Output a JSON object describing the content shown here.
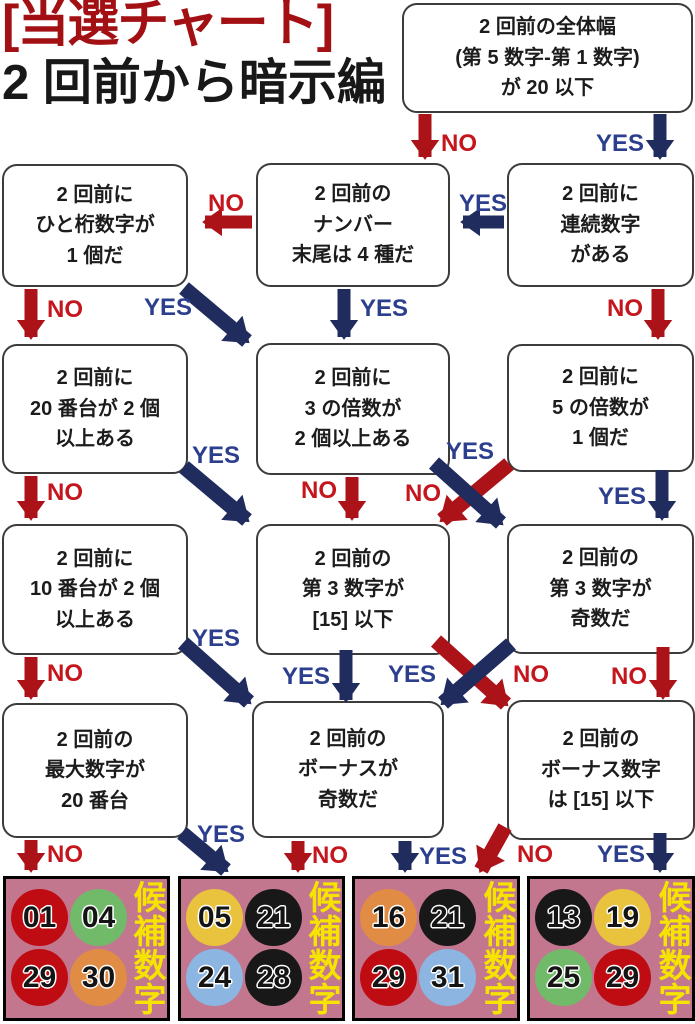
{
  "title": {
    "line1": "[当選チャート]",
    "line2": "2 回前から暗示編",
    "line1_color": "#a31014",
    "line2_color": "#181818"
  },
  "nodes": [
    {
      "id": "start",
      "lines": [
        "2 回前の全体幅",
        "(第 5 数字-第 1 数字)",
        "が 20 以下"
      ]
    },
    {
      "id": "single-digit",
      "lines": [
        "2 回前に",
        "ひと桁数字が",
        "1 個だ"
      ]
    },
    {
      "id": "last4",
      "lines": [
        "2 回前の",
        "ナンバー",
        "末尾は 4 種だ"
      ]
    },
    {
      "id": "consecutive",
      "lines": [
        "2 回前に",
        "連続数字",
        "がある"
      ]
    },
    {
      "id": "twenties",
      "lines": [
        "2 回前に",
        "20 番台が 2 個",
        "以上ある"
      ]
    },
    {
      "id": "mult3",
      "lines": [
        "2 回前に",
        "3 の倍数が",
        "2 個以上ある"
      ]
    },
    {
      "id": "mult5",
      "lines": [
        "2 回前に",
        "5 の倍数が",
        "1 個だ"
      ]
    },
    {
      "id": "tens",
      "lines": [
        "2 回前に",
        "10 番台が 2 個",
        "以上ある"
      ]
    },
    {
      "id": "third15",
      "lines": [
        "2 回前の",
        "第 3 数字が",
        "[15] 以下"
      ]
    },
    {
      "id": "third-odd",
      "lines": [
        "2 回前の",
        "第 3 数字が",
        "奇数だ"
      ]
    },
    {
      "id": "max20",
      "lines": [
        "2 回前の",
        "最大数字が",
        "20 番台"
      ]
    },
    {
      "id": "bonus-odd",
      "lines": [
        "2 回前の",
        "ボーナスが",
        "奇数だ"
      ]
    },
    {
      "id": "bonus15",
      "lines": [
        "2 回前の",
        "ボーナス数字",
        "は [15] 以下"
      ]
    }
  ],
  "arrows": [
    {
      "from": "start",
      "to": "last4",
      "label": "NO"
    },
    {
      "from": "start",
      "to": "consecutive",
      "label": "YES"
    },
    {
      "from": "last4",
      "to": "single-digit",
      "label": "NO"
    },
    {
      "from": "consecutive",
      "to": "last4",
      "label": "YES"
    },
    {
      "from": "single-digit",
      "to": "twenties",
      "label": "NO"
    },
    {
      "from": "single-digit",
      "to": "mult3",
      "label": "YES"
    },
    {
      "from": "last4",
      "to": "mult3",
      "label": "YES"
    },
    {
      "from": "consecutive",
      "to": "mult5",
      "label": "NO"
    },
    {
      "from": "twenties",
      "to": "tens",
      "label": "NO"
    },
    {
      "from": "twenties",
      "to": "third15",
      "label": "YES"
    },
    {
      "from": "mult3",
      "to": "third15",
      "label": "NO"
    },
    {
      "from": "mult3",
      "to": "third-odd",
      "label": "YES"
    },
    {
      "from": "mult5",
      "to": "third15",
      "label": "NO"
    },
    {
      "from": "mult5",
      "to": "third-odd",
      "label": "YES"
    },
    {
      "from": "tens",
      "to": "max20",
      "label": "NO"
    },
    {
      "from": "tens",
      "to": "bonus-odd",
      "label": "YES"
    },
    {
      "from": "third15",
      "to": "bonus-odd",
      "label": "YES"
    },
    {
      "from": "third15",
      "to": "bonus15",
      "label": "NO"
    },
    {
      "from": "third-odd",
      "to": "bonus-odd",
      "label": "YES"
    },
    {
      "from": "third-odd",
      "to": "bonus15",
      "label": "NO"
    },
    {
      "from": "max20",
      "to": "result-1",
      "label": "NO"
    },
    {
      "from": "max20",
      "to": "result-2",
      "label": "YES"
    },
    {
      "from": "bonus-odd",
      "to": "result-2",
      "label": "NO"
    },
    {
      "from": "bonus-odd",
      "to": "result-3",
      "label": "YES"
    },
    {
      "from": "bonus15",
      "to": "result-3",
      "label": "NO"
    },
    {
      "from": "bonus15",
      "to": "result-4",
      "label": "YES"
    }
  ],
  "arrow_colors": {
    "YES": "#202c5e",
    "NO": "#ab1319"
  },
  "arrow_label_colors": {
    "YES": "#2c3e8e",
    "NO": "#c4161c"
  },
  "results": [
    {
      "label": "候補数字",
      "numbers": [
        {
          "value": "01",
          "color": "red"
        },
        {
          "value": "04",
          "color": "green"
        },
        {
          "value": "29",
          "color": "red"
        },
        {
          "value": "30",
          "color": "orange"
        }
      ]
    },
    {
      "label": "候補数字",
      "numbers": [
        {
          "value": "05",
          "color": "yellow"
        },
        {
          "value": "21",
          "color": "black"
        },
        {
          "value": "24",
          "color": "blue"
        },
        {
          "value": "28",
          "color": "black"
        }
      ]
    },
    {
      "label": "候補数字",
      "numbers": [
        {
          "value": "16",
          "color": "orange"
        },
        {
          "value": "21",
          "color": "black"
        },
        {
          "value": "29",
          "color": "red"
        },
        {
          "value": "31",
          "color": "blue"
        }
      ]
    },
    {
      "label": "候補数字",
      "numbers": [
        {
          "value": "13",
          "color": "black"
        },
        {
          "value": "19",
          "color": "yellow"
        },
        {
          "value": "25",
          "color": "green"
        },
        {
          "value": "29",
          "color": "red"
        }
      ]
    }
  ],
  "result_style": {
    "background": "#c3778f",
    "label_color": "#f6e400",
    "circle_colors": {
      "red": "#bf0c13",
      "green": "#71ba6a",
      "orange": "#e08c44",
      "yellow": "#e9c33d",
      "black": "#181818",
      "blue": "#8cb5e2"
    }
  }
}
